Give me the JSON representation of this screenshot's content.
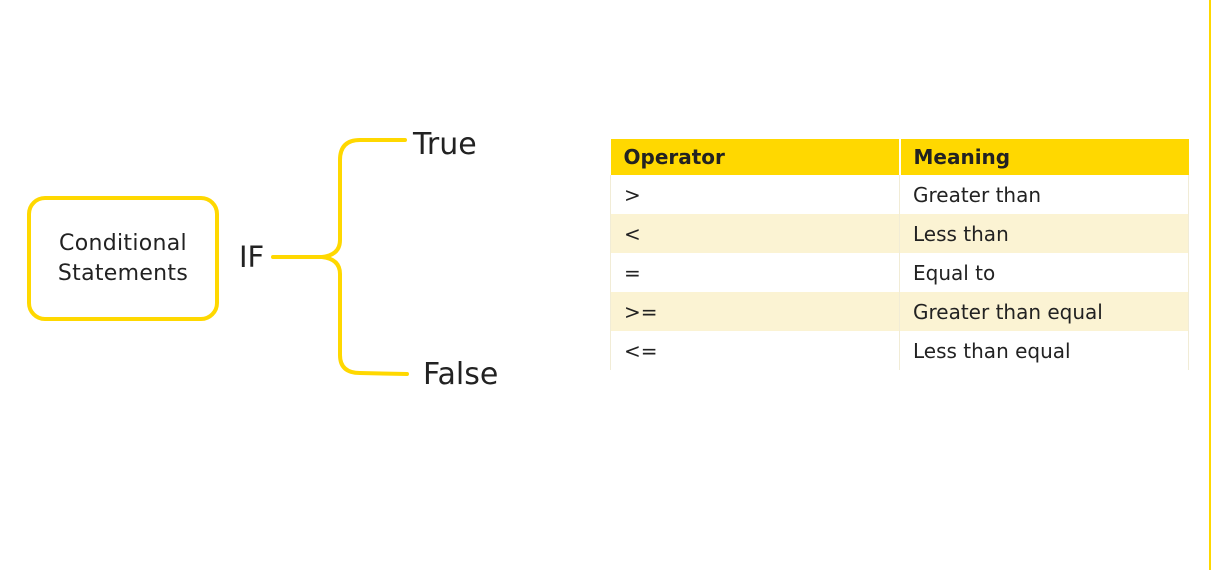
{
  "diagram": {
    "box_line1": "Conditional",
    "box_line2": "Statements",
    "if_label": "IF",
    "true_label": "True",
    "false_label": "False"
  },
  "table": {
    "headers": [
      "Operator",
      "Meaning"
    ],
    "rows": [
      [
        ">",
        "Greater than"
      ],
      [
        "<",
        "Less than"
      ],
      [
        "=",
        "Equal to"
      ],
      [
        ">=",
        "Greater than equal"
      ],
      [
        "<=",
        "Less than equal"
      ]
    ]
  },
  "colors": {
    "accent": "#FFD800",
    "row_alt": "#FBF3D3"
  }
}
